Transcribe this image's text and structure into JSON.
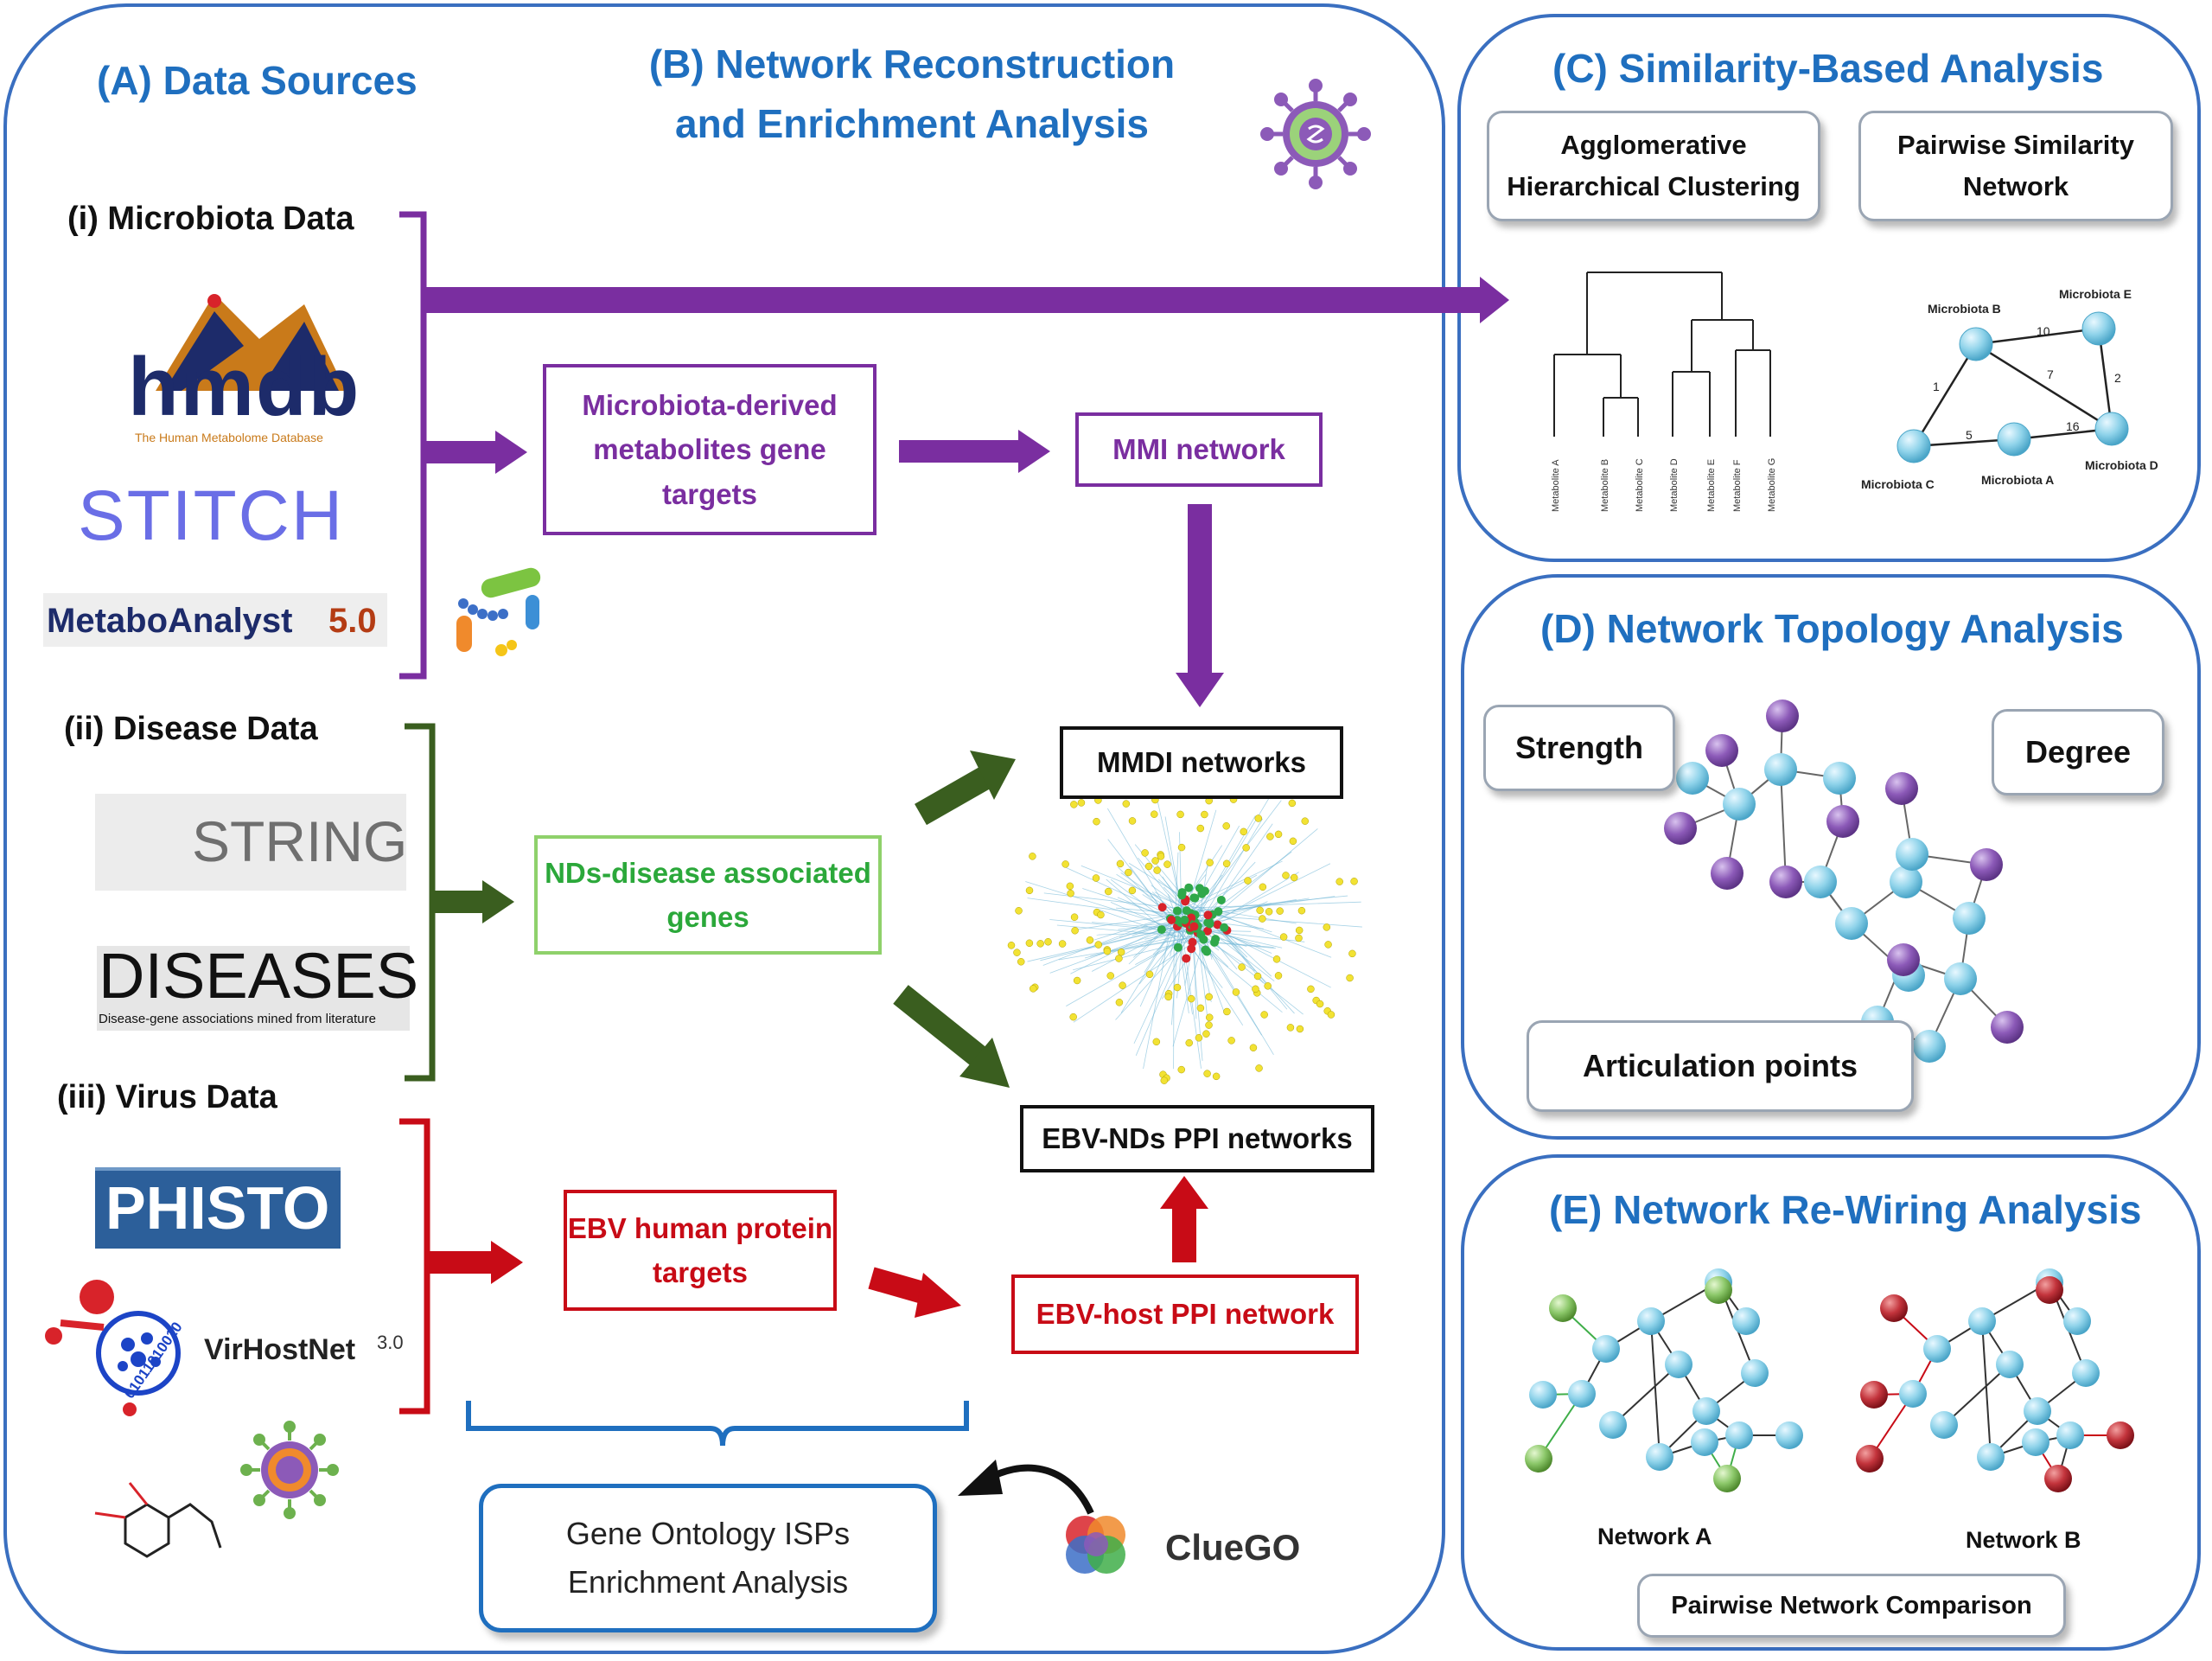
{
  "panels": {
    "a": {
      "title": "(A) Data Sources"
    },
    "b": {
      "title": "(B) Network Reconstruction and Enrichment Analysis"
    },
    "c": {
      "title": "(C) Similarity-Based Analysis"
    },
    "d": {
      "title": "(D) Network Topology Analysis"
    },
    "e": {
      "title": "(E) Network Re-Wiring Analysis"
    }
  },
  "sources": {
    "microbiota": {
      "label": "(i) Microbiota Data",
      "hmdb": "hmdb",
      "hmdb_sub": "The Human Metabolome Database",
      "stitch": "STITCH",
      "metabo": "MetaboAnalyst",
      "metabo_ver": "5.0"
    },
    "disease": {
      "label": "(ii) Disease Data",
      "string": "STRING",
      "diseases": "DISEASES",
      "diseases_sub": "Disease-gene associations mined from literature"
    },
    "virus": {
      "label": "(iii) Virus Data",
      "phisto": "PHISTO",
      "virhostnet": "VirHostNet",
      "virhostnet_ver": "3.0",
      "binary": "01011010010"
    }
  },
  "boxes": {
    "metabolite_targets": "Microbiota-derived metabolites gene targets",
    "mmi": "MMI network",
    "mmdi": "MMDI networks",
    "nds_genes": "NDs-disease associated genes",
    "ebv_targets": "EBV human protein targets",
    "ebv_nds": "EBV-NDs PPI networks",
    "ebv_host": "EBV-host PPI network",
    "go": "Gene Ontology ISPs Enrichment Analysis",
    "cluego": "ClueGO"
  },
  "similarity": {
    "clustering": "Agglomerative Hierarchical Clustering",
    "pairwise": "Pairwise Similarity Network",
    "dendro_labels": [
      "Metabolite A",
      "Metabolite B",
      "Metabolite C",
      "Metabolite D",
      "Metabolite E",
      "Metabolite F",
      "Metabolite G"
    ],
    "net_nodes": [
      "Microbiota B",
      "Microbiota E",
      "Microbiota C",
      "Microbiota A",
      "Microbiota D"
    ],
    "edge_weights": [
      "10",
      "1",
      "7",
      "2",
      "5",
      "16"
    ]
  },
  "topology": {
    "strength": "Strength",
    "degree": "Degree",
    "articulation": "Articulation points"
  },
  "rewiring": {
    "net_a": "Network A",
    "net_b": "Network B",
    "compare": "Pairwise Network Comparison"
  },
  "colors": {
    "blue": "#1f6fbf",
    "purple": "#7a2ea0",
    "green": "#3a5e1f",
    "red": "#c80b16",
    "node": "#8fd3ea",
    "node_purple": "#8c5ab8"
  }
}
